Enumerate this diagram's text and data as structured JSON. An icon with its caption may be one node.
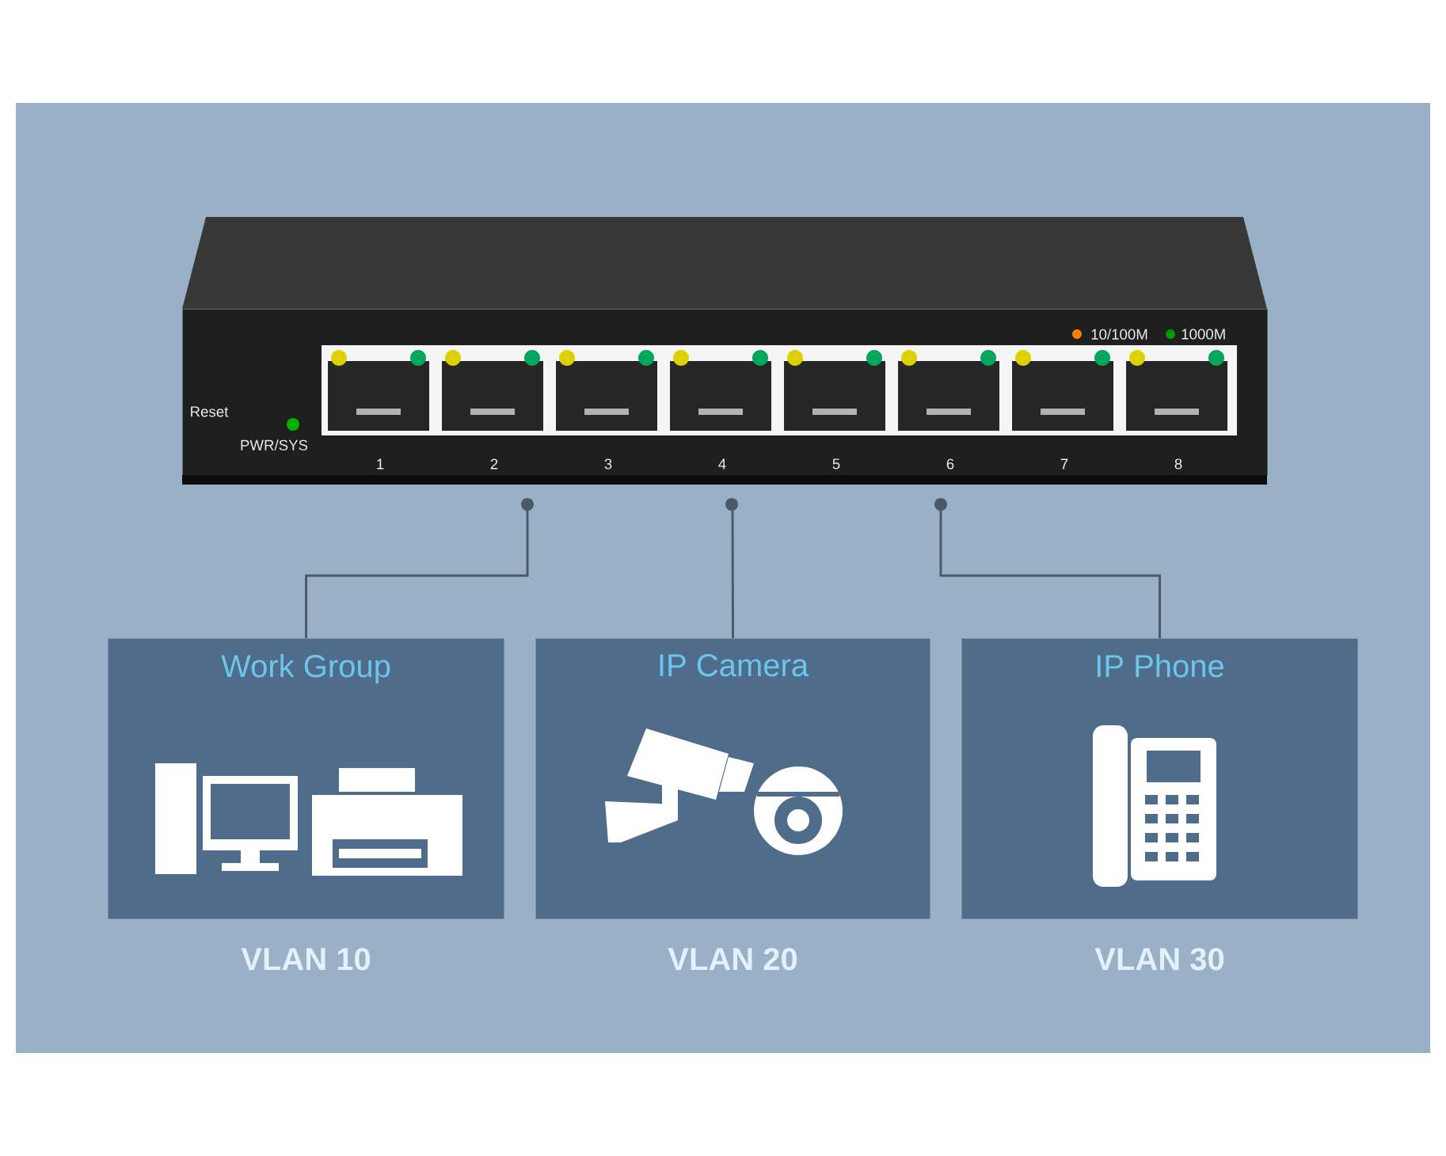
{
  "diagram": {
    "nodes": [
      {
        "text": [],
        "shape": "picture"
      },
      {
        "text": [
          "Work Group"
        ],
        "beside": [
          "VLAN 10"
        ]
      },
      {
        "text": [
          "IP Camera"
        ],
        "beside": [
          "VLAN 20"
        ]
      },
      {
        "text": [
          "IP Phone"
        ],
        "beside": [
          "VLAN 30"
        ]
      }
    ],
    "edges": [
      {
        "from": 0,
        "to": 1,
        "arrow": "other"
      },
      {
        "from": 0,
        "to": 2,
        "arrow": "other"
      },
      {
        "from": 0,
        "to": 3,
        "arrow": "other"
      }
    ],
    "labels": [
      "10/100M",
      "1000M",
      "Reset",
      "PWR/SYS",
      "1",
      "2",
      "3",
      "4",
      "5",
      "6",
      "7",
      "8"
    ]
  }
}
